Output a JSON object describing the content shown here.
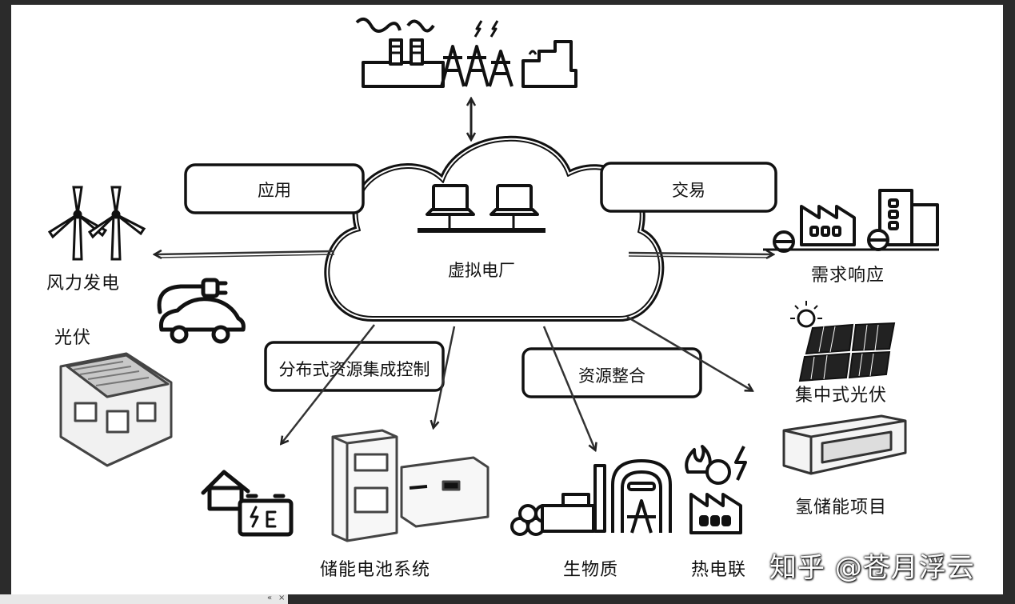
{
  "cloud": {
    "label": "虚拟电厂"
  },
  "boxes": {
    "application": "应用",
    "trading": "交易",
    "distributed_control": "分布式资源集成控制",
    "resource_integration": "资源整合"
  },
  "nodes": {
    "wind": "风力发电",
    "pv": "光伏",
    "demand_response": "需求响应",
    "centralized_pv": "集中式光伏",
    "hydrogen": "氢储能项目",
    "battery": "储能电池系统",
    "biomass": "生物质",
    "chp": "热电联"
  },
  "watermark": "知乎 @苍月浮云",
  "bottombar": {
    "collapse": "«",
    "close": "×"
  }
}
